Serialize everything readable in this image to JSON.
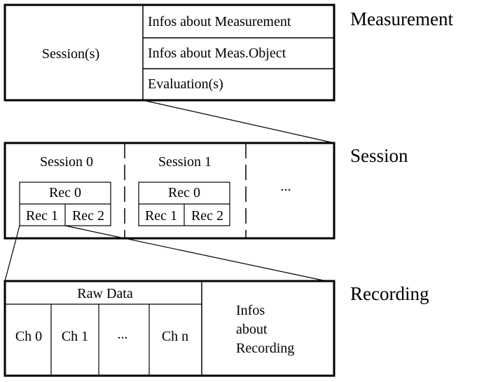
{
  "measurement": {
    "heading": "Measurement",
    "sessions_label": "Session(s)",
    "info_rows": [
      "Infos about Measurement",
      "Infos about Meas.Object",
      "Evaluation(s)"
    ]
  },
  "session": {
    "heading": "Session",
    "columns": [
      {
        "title": "Session 0",
        "rec_top": "Rec 0",
        "rec_left": "Rec 1",
        "rec_right": "Rec 2"
      },
      {
        "title": "Session 1",
        "rec_top": "Rec 0",
        "rec_left": "Rec 1",
        "rec_right": "Rec 2"
      }
    ],
    "more": "..."
  },
  "recording": {
    "heading": "Recording",
    "raw_data_label": "Raw Data",
    "channels": [
      "Ch 0",
      "Ch 1",
      "...",
      "Ch n"
    ],
    "info_lines": [
      "Infos",
      "about",
      "Recording"
    ]
  },
  "colors": {
    "stroke": "#000000",
    "background": "#ffffff"
  }
}
